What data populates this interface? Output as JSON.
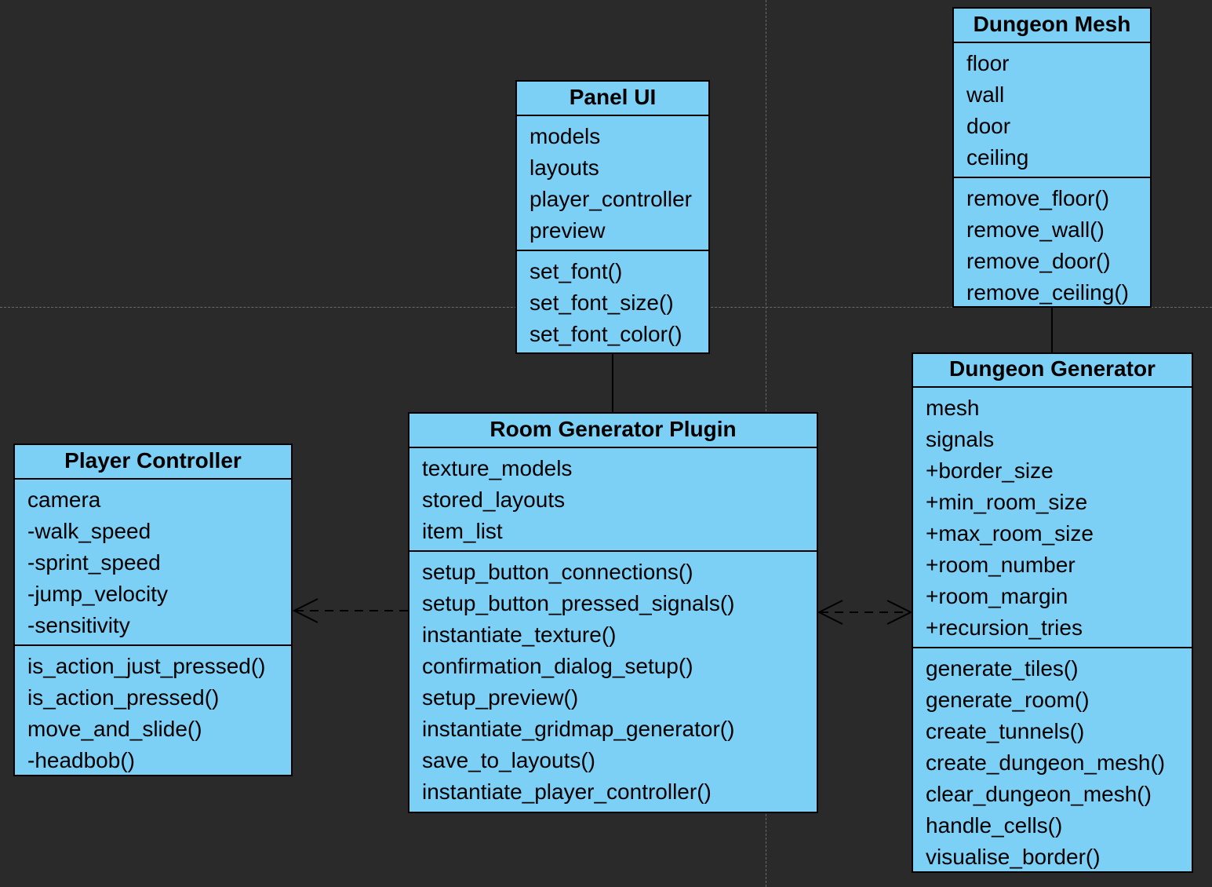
{
  "classes": {
    "dungeon_mesh": {
      "title": "Dungeon Mesh",
      "attributes": [
        "floor",
        "wall",
        "door",
        "ceiling"
      ],
      "methods": [
        "remove_floor()",
        "remove_wall()",
        "remove_door()",
        "remove_ceiling()"
      ]
    },
    "panel_ui": {
      "title": "Panel UI",
      "attributes": [
        "models",
        "layouts",
        "player_controller",
        "preview"
      ],
      "methods": [
        "set_font()",
        "set_font_size()",
        "set_font_color()"
      ]
    },
    "dungeon_generator": {
      "title": "Dungeon Generator",
      "attributes": [
        "mesh",
        "signals",
        "+border_size",
        "+min_room_size",
        "+max_room_size",
        "+room_number",
        "+room_margin",
        "+recursion_tries"
      ],
      "methods": [
        "generate_tiles()",
        "generate_room()",
        "create_tunnels()",
        "create_dungeon_mesh()",
        "clear_dungeon_mesh()",
        "handle_cells()",
        "visualise_border()"
      ]
    },
    "room_generator_plugin": {
      "title": "Room Generator Plugin",
      "attributes": [
        "texture_models",
        "stored_layouts",
        "item_list"
      ],
      "methods": [
        "setup_button_connections()",
        "setup_button_pressed_signals()",
        "instantiate_texture()",
        "confirmation_dialog_setup()",
        "setup_preview()",
        "instantiate_gridmap_generator()",
        "save_to_layouts()",
        "instantiate_player_controller()"
      ]
    },
    "player_controller": {
      "title": "Player Controller",
      "attributes": [
        "camera",
        "-walk_speed",
        "-sprint_speed",
        "-jump_velocity",
        "-sensitivity"
      ],
      "methods": [
        "is_action_just_pressed()",
        "is_action_pressed()",
        "move_and_slide()",
        "-headbob()"
      ]
    }
  },
  "relations": [
    {
      "from": "panel_ui",
      "to": "room_generator_plugin",
      "style": "solid"
    },
    {
      "from": "dungeon_mesh",
      "to": "dungeon_generator",
      "style": "solid"
    },
    {
      "from": "room_generator_plugin",
      "to": "player_controller",
      "style": "dashed",
      "arrowheads": "target"
    },
    {
      "from": "room_generator_plugin",
      "to": "dungeon_generator",
      "style": "dashed",
      "arrowheads": "both"
    }
  ],
  "colors": {
    "background": "#2a2a2a",
    "class_fill": "#7ccff5",
    "stroke": "#000000",
    "guide": "#6a6a6a"
  }
}
